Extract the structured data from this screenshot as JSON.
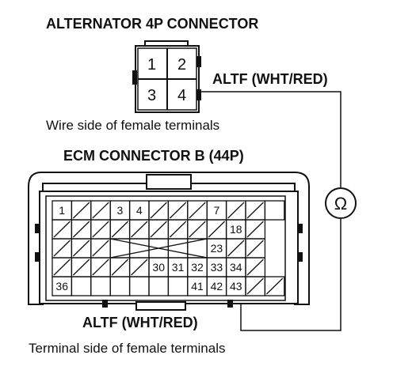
{
  "titles": {
    "alternator": "ALTERNATOR 4P CONNECTOR",
    "ecm": "ECM CONNECTOR B (44P)"
  },
  "alternator_connector": {
    "pins": [
      "1",
      "2",
      "3",
      "4"
    ],
    "wire_label": "ALTF (WHT/RED)",
    "side_label": "Wire side of female terminals"
  },
  "ecm_connector": {
    "numbered_pins": [
      "1",
      "3",
      "4",
      "7",
      "18",
      "23",
      "30",
      "31",
      "32",
      "33",
      "34",
      "36",
      "41",
      "42",
      "43"
    ],
    "wire_label": "ALTF (WHT/RED)",
    "side_label": "Terminal side of female terminals"
  },
  "meter": {
    "symbol": "Ω",
    "icon": "ohmmeter-icon"
  }
}
